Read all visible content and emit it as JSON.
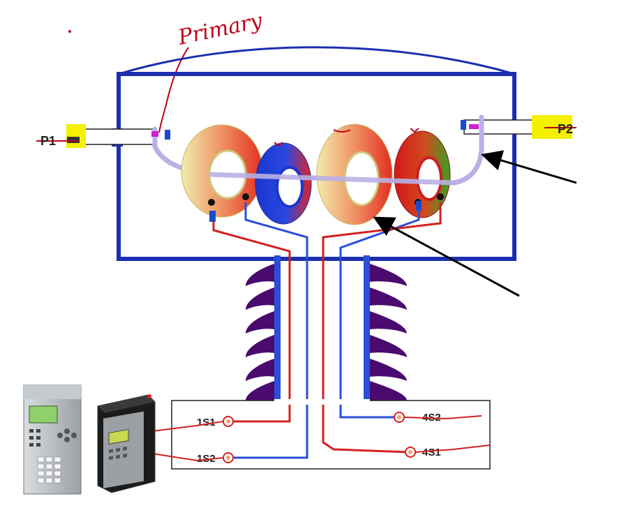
{
  "annotation": {
    "text": "Primary",
    "color": "#c0001a"
  },
  "primary_terminals": {
    "left": "P1",
    "right": "P2"
  },
  "secondary_terminals": {
    "s1_left": "1S1",
    "s2_left": "1S2",
    "s2_right": "4S2",
    "s1_right": "4S1"
  },
  "colors": {
    "tank_outline": "#1b2fb0",
    "primary_conductor": "#b9b0e6",
    "wire_red": "#d42020",
    "wire_blue": "#2a4ed8",
    "insulator": "#4b0a6e",
    "highlight": "#f4f000",
    "arrow": "#000000"
  },
  "cores": [
    {
      "name": "core-1",
      "style": "cream-red"
    },
    {
      "name": "core-2",
      "style": "blue-red"
    },
    {
      "name": "core-3",
      "style": "cream-red"
    },
    {
      "name": "core-4",
      "style": "red-green"
    }
  ],
  "relays": [
    {
      "name": "numerical-relay",
      "style": "grey"
    },
    {
      "name": "relay-unit",
      "style": "black"
    }
  ]
}
